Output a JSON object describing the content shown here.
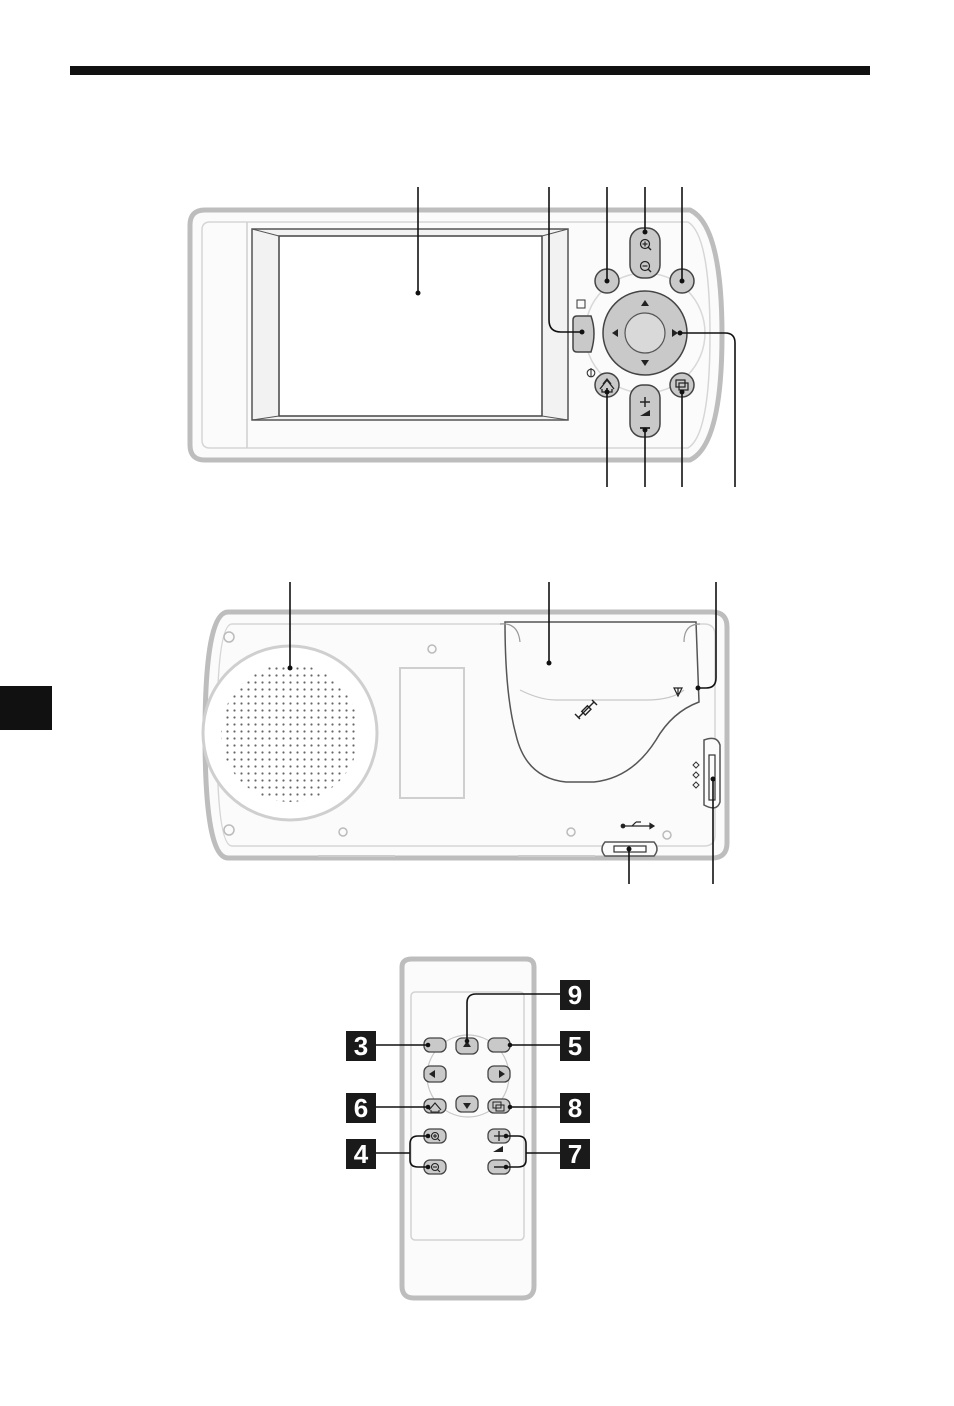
{
  "remote_callouts": [
    {
      "id": "callout-3",
      "label": "3"
    },
    {
      "id": "callout-4",
      "label": "4"
    },
    {
      "id": "callout-5",
      "label": "5"
    },
    {
      "id": "callout-6",
      "label": "6"
    },
    {
      "id": "callout-7",
      "label": "7"
    },
    {
      "id": "callout-8",
      "label": "8"
    },
    {
      "id": "callout-9",
      "label": "9"
    }
  ],
  "icons": {
    "home": "home-icon",
    "menu": "menu-icon",
    "zoom_in": "zoom-in-icon",
    "zoom_out": "zoom-out-icon",
    "volume_up": "plus-icon",
    "volume_down": "minus-icon",
    "usb": "usb-icon",
    "gps": "satellite-icon",
    "antenna": "antenna-icon",
    "power": "power-icon",
    "memory_card": "memory-card-icon"
  },
  "colors": {
    "line": "#111111",
    "body_outline": "#bdbdbd",
    "button_fill": "#c9c9c9",
    "badge": "#1a1a1a"
  }
}
